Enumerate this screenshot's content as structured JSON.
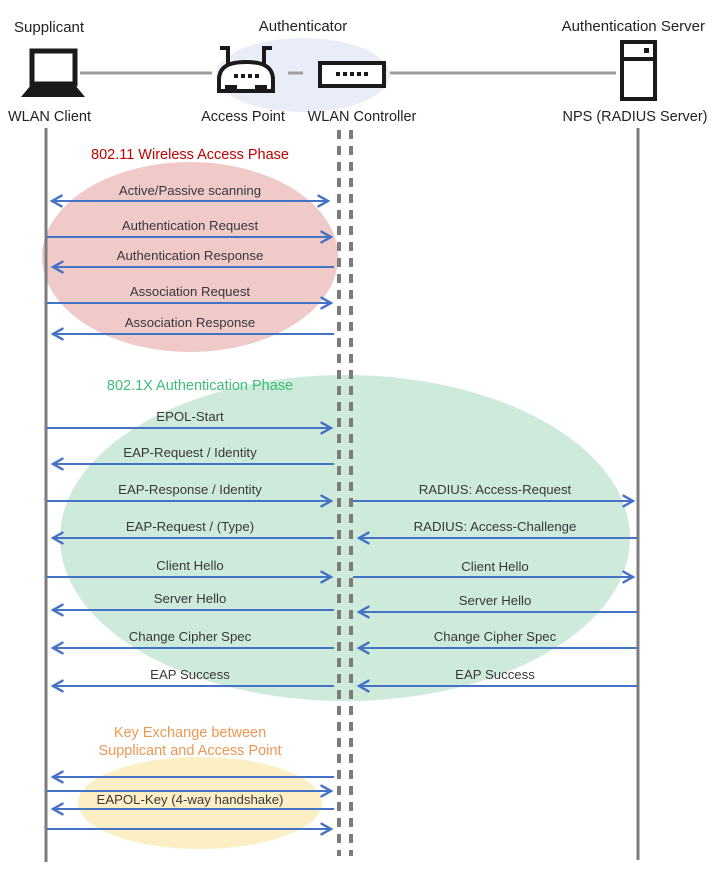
{
  "actors": {
    "supplicant": {
      "role": "Supplicant",
      "device": "WLAN Client"
    },
    "authenticator": {
      "role": "Authenticator",
      "ap_device": "Access Point",
      "controller_device": "WLAN Controller"
    },
    "auth_server": {
      "role": "Authentication Server",
      "device": "NPS (RADIUS Server)"
    }
  },
  "phases": {
    "wireless": {
      "title": "802.11 Wireless Access Phase"
    },
    "dot1x": {
      "title": "802.1X Authentication Phase"
    },
    "keyx": {
      "title_line1": "Key Exchange between",
      "title_line2": "Supplicant and Access Point"
    }
  },
  "messages": {
    "left": [
      {
        "label": "Active/Passive scanning",
        "direction": "both"
      },
      {
        "label": "Authentication Request",
        "direction": "right"
      },
      {
        "label": "Authentication Response",
        "direction": "left"
      },
      {
        "label": "Association Request",
        "direction": "right"
      },
      {
        "label": "Association Response",
        "direction": "left"
      },
      {
        "label": "EPOL-Start",
        "direction": "right"
      },
      {
        "label": "EAP-Request / Identity",
        "direction": "left"
      },
      {
        "label": "EAP-Response / Identity",
        "direction": "right"
      },
      {
        "label": "EAP-Request / (Type)",
        "direction": "left"
      },
      {
        "label": "Client Hello",
        "direction": "right"
      },
      {
        "label": "Server Hello",
        "direction": "left"
      },
      {
        "label": "Change Cipher Spec",
        "direction": "left"
      },
      {
        "label": "EAP Success",
        "direction": "left"
      },
      {
        "label": "EAPOL-Key (4-way handshake)",
        "direction": "left"
      }
    ],
    "right": [
      {
        "label": "RADIUS: Access-Request",
        "direction": "right"
      },
      {
        "label": "RADIUS: Access-Challenge",
        "direction": "left"
      },
      {
        "label": "Client Hello",
        "direction": "right"
      },
      {
        "label": "Server Hello",
        "direction": "left"
      },
      {
        "label": "Change Cipher Spec",
        "direction": "left"
      },
      {
        "label": "EAP Success",
        "direction": "left"
      }
    ]
  },
  "colors": {
    "arrow": "#4472C4",
    "lifeline": "#7C7C7C",
    "connector": "#9E9E9E",
    "icon": "#1A1A1A",
    "phase_wireless_text": "#C00000",
    "phase_dot1x_text": "#3FBD78",
    "phase_keyx_text": "#ED9853",
    "ellipse_wireless": "#F0C9C9",
    "ellipse_dot1x": "#CDEADA",
    "ellipse_keyx": "#FCEFC5",
    "ellipse_authenticator": "#E9EDF7"
  }
}
